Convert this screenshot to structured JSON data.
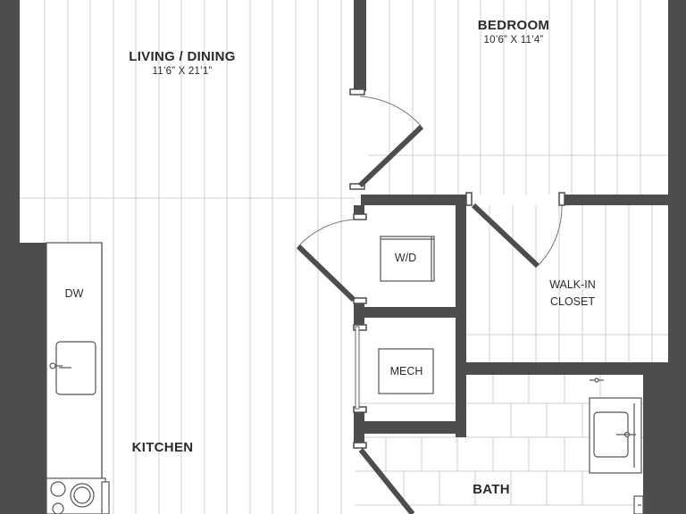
{
  "rooms": {
    "living_dining": {
      "name": "LIVING / DINING",
      "dimensions": "11’6” X 21’1”"
    },
    "bedroom": {
      "name": "BEDROOM",
      "dimensions": "10’6” X 11’4”"
    },
    "kitchen": {
      "name": "KITCHEN"
    },
    "bath": {
      "name": "BATH"
    },
    "walk_in_closet": {
      "name_line1": "WALK-IN",
      "name_line2": "CLOSET"
    }
  },
  "fixtures": {
    "washer_dryer": "W/D",
    "mechanical": "MECH",
    "dishwasher": "DW"
  },
  "colors": {
    "wall": "#4d4d4f",
    "floor_lines": "#cfcfcf",
    "fixture_stroke": "#555555",
    "text": "#2b2b2b"
  }
}
